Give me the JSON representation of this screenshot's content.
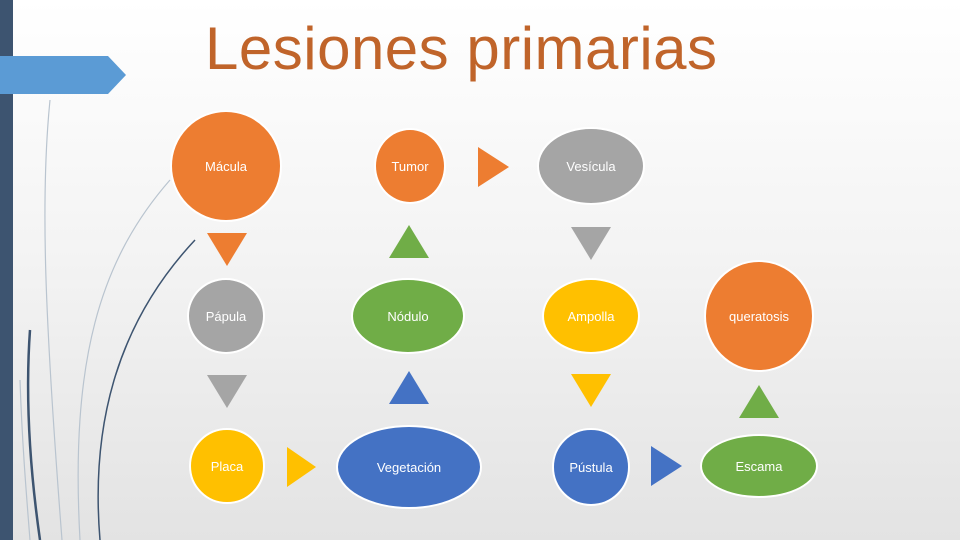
{
  "slide": {
    "title": "Lesiones primarias"
  },
  "nodes": {
    "macula": "Mácula",
    "tumor": "Tumor",
    "vesicula": "Vesícula",
    "papula": "Pápula",
    "nodulo": "Nódulo",
    "ampolla": "Ampolla",
    "queratosis": "queratosis",
    "placa": "Placa",
    "vegetacion": "Vegetación",
    "pustula": "Pústula",
    "escama": "Escama"
  },
  "colors": {
    "orange": "#ed7d31",
    "gray": "#a5a5a5",
    "yellow": "#ffc000",
    "blue": "#4472c4",
    "green": "#70ad47",
    "title": "#c0642a",
    "accent_bar": "#3d5470",
    "tab": "#5b9bd5"
  }
}
